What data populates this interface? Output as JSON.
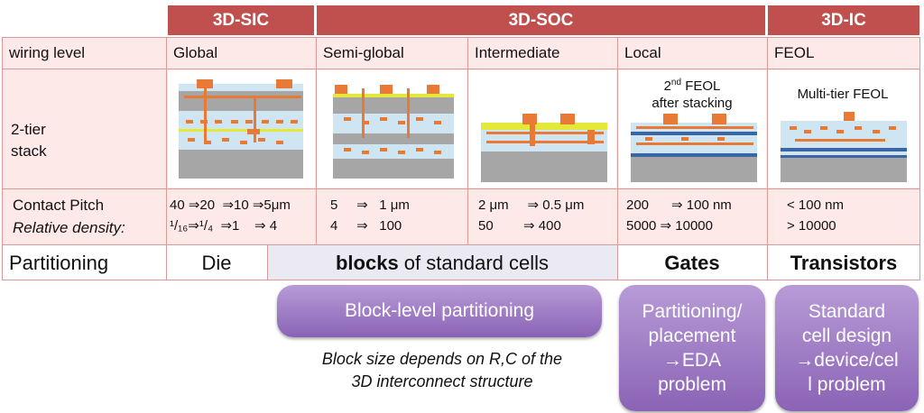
{
  "headers": {
    "sic": "3D-SIC",
    "soc": "3D-SOC",
    "ic": "3D-IC"
  },
  "wiring": {
    "label": "wiring level",
    "cols": [
      "Global",
      "Semi-global",
      "Intermediate",
      "Local",
      "FEOL"
    ]
  },
  "stack": {
    "label_line1": "2-tier",
    "label_line2": "stack",
    "local_caption_pre": "2",
    "local_caption_sup": "nd",
    "local_caption_post": " FEOL",
    "local_caption_line2": "after stacking",
    "feol_caption": "Multi-tier FEOL"
  },
  "pitch": {
    "label": "Contact Pitch",
    "sublabel": "Relative density:",
    "global_l1": "40 ⇒20  ⇒10 ⇒5μm",
    "global_l2": "¹/₁₆⇒¹/₄  ⇒1    ⇒ 4",
    "semi_l1": "5     ⇒   1 μm",
    "semi_l2": "4     ⇒   100",
    "inter_l1": "2 μm     ⇒ 0.5 μm",
    "inter_l2": "50        ⇒ 400",
    "local_l1": "200      ⇒ 100 nm",
    "local_l2": "5000 ⇒ 10000",
    "feol_l1": "< 100 nm",
    "feol_l2": "> 10000"
  },
  "partition": {
    "label": "Partitioning",
    "die": "Die",
    "blocks_bold": "blocks",
    "blocks_rest": " of standard cells",
    "gates": "Gates",
    "transistors": "Transistors"
  },
  "pills": {
    "block": "Block-level partitioning",
    "eda_l1": "Partitioning/",
    "eda_l2": "placement",
    "eda_l3": "→EDA",
    "eda_l4": "problem",
    "std_l1": "Standard",
    "std_l2": "cell design",
    "std_l3": "→device/cel",
    "std_l4": "l problem"
  },
  "note": {
    "l1": "Block size depends on R,C of the",
    "l2": "3D interconnect structure"
  },
  "colors": {
    "header": "#c0504d",
    "row": "#fce9e8",
    "pill_top": "#b79bd6",
    "pill_bottom": "#8b63b6",
    "metal": "#e87a35",
    "substrate": "#a6a6a6",
    "dielectric": "#cfe6f2"
  }
}
